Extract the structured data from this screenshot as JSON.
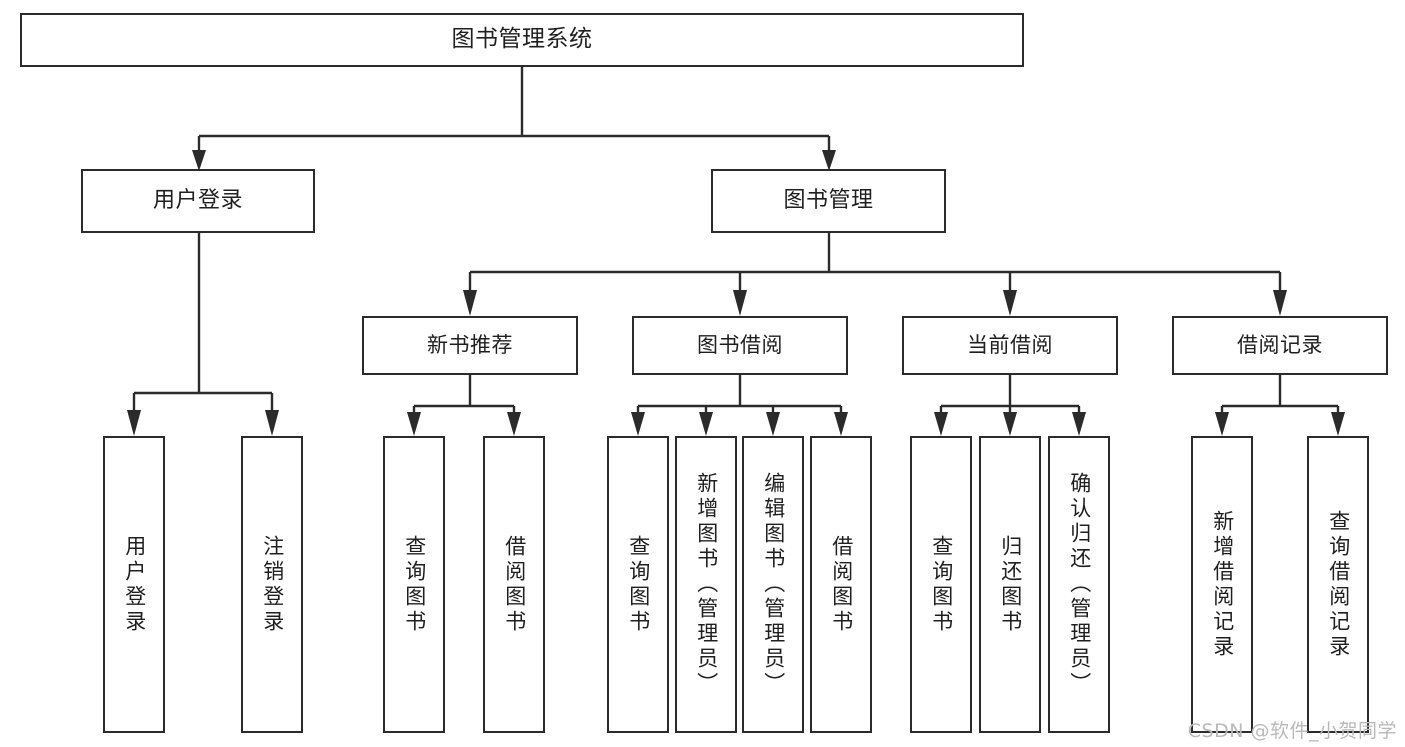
{
  "diagram": {
    "title": "图书管理系统",
    "type": "功能结构图",
    "watermark": "CSDN @软件_小贺同学",
    "accent_color": "#2b2b2b",
    "background_color": "#ffffff"
  },
  "root": {
    "label": "图书管理系统"
  },
  "level2": [
    {
      "id": "user-login",
      "label": "用户登录"
    },
    {
      "id": "book-manage",
      "label": "图书管理"
    }
  ],
  "level3": [
    {
      "id": "new-book-recommend",
      "label": "新书推荐",
      "parent": "book-manage"
    },
    {
      "id": "book-borrow",
      "label": "图书借阅",
      "parent": "book-manage"
    },
    {
      "id": "current-borrow",
      "label": "当前借阅",
      "parent": "book-manage"
    },
    {
      "id": "borrow-record",
      "label": "借阅记录",
      "parent": "book-manage"
    }
  ],
  "leaves": {
    "user_login": [
      {
        "id": "leaf-user-login",
        "label": "用户登录"
      },
      {
        "id": "leaf-user-logout",
        "label": "注销登录"
      }
    ],
    "new_book_recommend": [
      {
        "id": "leaf-query-book-1",
        "label": "查询图书"
      },
      {
        "id": "leaf-borrow-book-1",
        "label": "借阅图书"
      }
    ],
    "book_borrow": [
      {
        "id": "leaf-query-book-2",
        "label": "查询图书"
      },
      {
        "id": "leaf-add-book",
        "label": "新增图书（管理员）"
      },
      {
        "id": "leaf-edit-book",
        "label": "编辑图书（管理员）"
      },
      {
        "id": "leaf-borrow-book-2",
        "label": "借阅图书"
      }
    ],
    "current_borrow": [
      {
        "id": "leaf-query-book-3",
        "label": "查询图书"
      },
      {
        "id": "leaf-return-book",
        "label": "归还图书"
      },
      {
        "id": "leaf-confirm-return",
        "label": "确认归还（管理员）"
      }
    ],
    "borrow_record": [
      {
        "id": "leaf-add-record",
        "label": "新增借阅记录"
      },
      {
        "id": "leaf-query-record",
        "label": "查询借阅记录"
      }
    ]
  }
}
